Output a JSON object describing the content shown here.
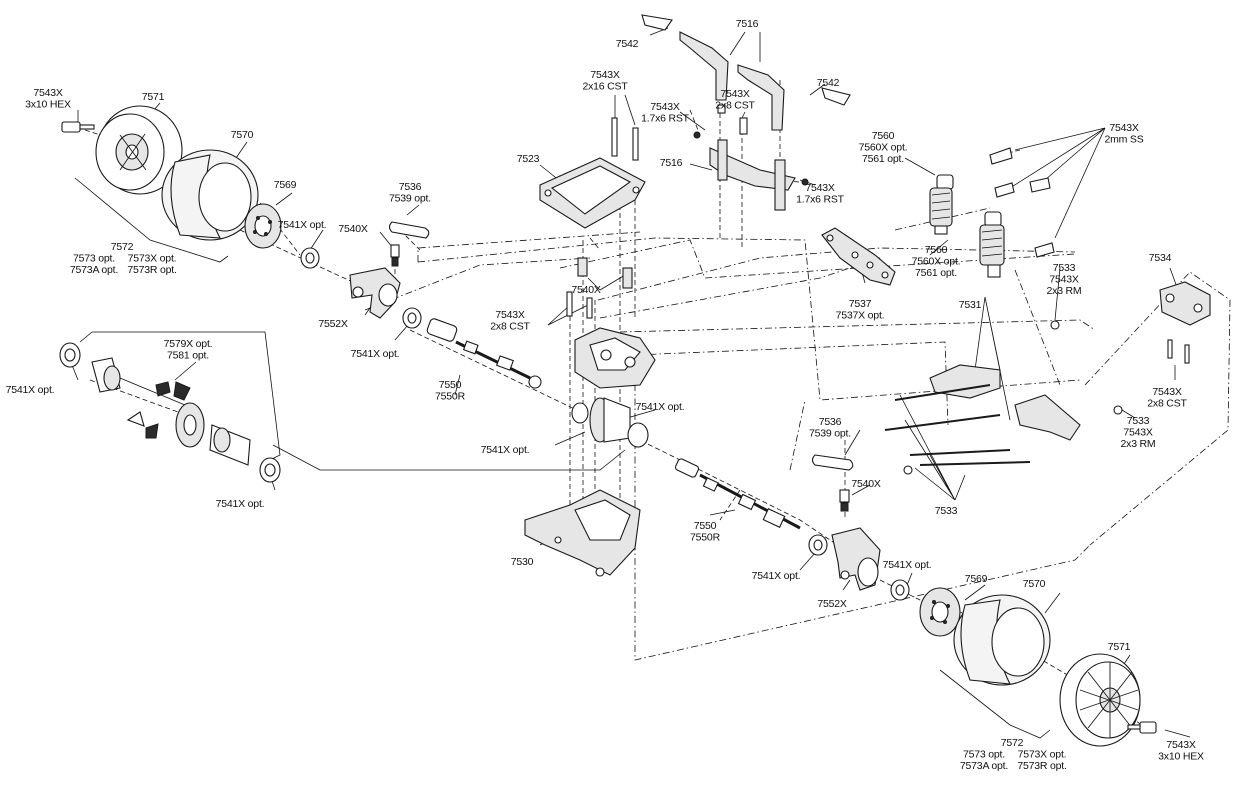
{
  "parts": {
    "p7543x_hex_l": [
      "7543X",
      "3x10 HEX"
    ],
    "p7571_l": [
      "7571"
    ],
    "p7570_l": [
      "7570"
    ],
    "p7569_l": [
      "7569"
    ],
    "p7572_l": [
      "7572",
      "7573 opt.",
      "7573X opt.",
      "7573A opt.",
      "7573R opt."
    ],
    "p7536_top": [
      "7536",
      "7539 opt."
    ],
    "p7541x_top_knuckle": [
      "7541X opt."
    ],
    "p7540x_top": [
      "7540X"
    ],
    "p7552x_top": [
      "7552X"
    ],
    "p7541x_mid": [
      "7541X opt."
    ],
    "p7579x": [
      "7579X opt.",
      "7581 opt."
    ],
    "p7541x_diff_l": [
      "7541X opt."
    ],
    "p7541x_diff_r": [
      "7541X opt."
    ],
    "p7550_top": [
      "7550",
      "7550R"
    ],
    "p7523": [
      "7523"
    ],
    "p7543x_2x16": [
      "7543X",
      "2x16 CST"
    ],
    "p7543x_2x8_mid": [
      "7543X",
      "2x8 CST"
    ],
    "p7540x_mid": [
      "7540X"
    ],
    "p7542_top": [
      "7542"
    ],
    "p7516_top": [
      "7516"
    ],
    "p7542_right": [
      "7542"
    ],
    "p7543x_2x8_top": [
      "7543X",
      "2x8 CST"
    ],
    "p7543x_17x6_top": [
      "7543X",
      "1.7x6 RST"
    ],
    "p7516_mid": [
      "7516"
    ],
    "p7543x_17x6_right": [
      "7543X",
      "1.7x6 RST"
    ],
    "p7541x_center_r": [
      "7541X opt."
    ],
    "p7541x_center_l": [
      "7541X opt."
    ],
    "p7560_top": [
      "7560",
      "7560X opt.",
      "7561 opt."
    ],
    "p7543x_ss": [
      "7543X",
      "2mm SS"
    ],
    "p7560_mid": [
      "7560",
      "7560X opt.",
      "7561 opt."
    ],
    "p7537": [
      "7537",
      "7537X opt."
    ],
    "p7533_top": [
      "7533",
      "7543X",
      "2x3 RM"
    ],
    "p7534": [
      "7534"
    ],
    "p7531": [
      "7531"
    ],
    "p7543x_2x8_right": [
      "7543X",
      "2x8 CST"
    ],
    "p7533_mid": [
      "7533",
      "7543X",
      "2x3 RM"
    ],
    "p7536_bot": [
      "7536",
      "7539 opt."
    ],
    "p7540x_bot": [
      "7540X"
    ],
    "p7533_bot": [
      "7533"
    ],
    "p7550_bot": [
      "7550",
      "7550R"
    ],
    "p7530": [
      "7530"
    ],
    "p7541x_bot_l": [
      "7541X opt."
    ],
    "p7541x_bot_r": [
      "7541X opt."
    ],
    "p7552x_bot": [
      "7552X"
    ],
    "p7569_r": [
      "7569"
    ],
    "p7570_r": [
      "7570"
    ],
    "p7571_r": [
      "7571"
    ],
    "p7543x_hex_r": [
      "7543X",
      "3x10 HEX"
    ],
    "p7572_r": [
      "7572",
      "7573 opt.",
      "7573X opt.",
      "7573A opt.",
      "7573R opt."
    ]
  }
}
